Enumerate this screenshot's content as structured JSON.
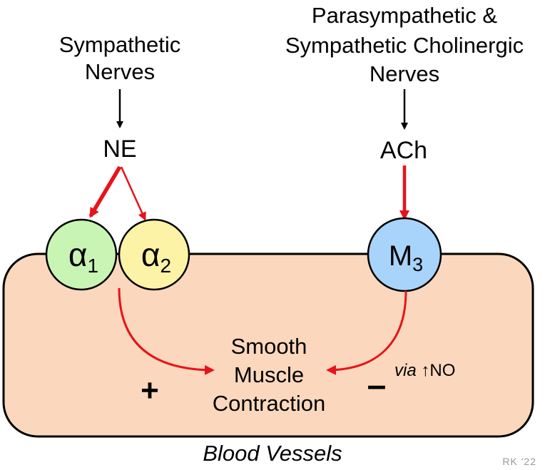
{
  "nerves": {
    "sympathetic": [
      "Sympathetic",
      "Nerves"
    ],
    "parasympathetic": [
      "Parasympathetic &",
      "Sympathetic Cholinergic",
      "Nerves"
    ]
  },
  "transmitters": {
    "ne": "NE",
    "ach": "ACh"
  },
  "receptors": {
    "alpha1": {
      "symbol": "α",
      "subscript": "1",
      "color": "#c8f5b4"
    },
    "alpha2": {
      "symbol": "α",
      "subscript": "2",
      "color": "#fdf3a6"
    },
    "m3": {
      "symbol": "M",
      "subscript": "3",
      "color": "#a8d4fb"
    }
  },
  "effect": {
    "lines": [
      "Smooth",
      "Muscle",
      "Contraction"
    ]
  },
  "signs": {
    "plus": "+",
    "minus": "–"
  },
  "via_note": {
    "via": "via",
    "rest": "↑NO"
  },
  "vessel": {
    "caption": "Blood Vessels",
    "fill": "#fbd8bd"
  },
  "credit": "RK '22",
  "colors": {
    "arrow_red": "#e8121b",
    "arrow_black": "#000000",
    "outline": "#000000"
  }
}
